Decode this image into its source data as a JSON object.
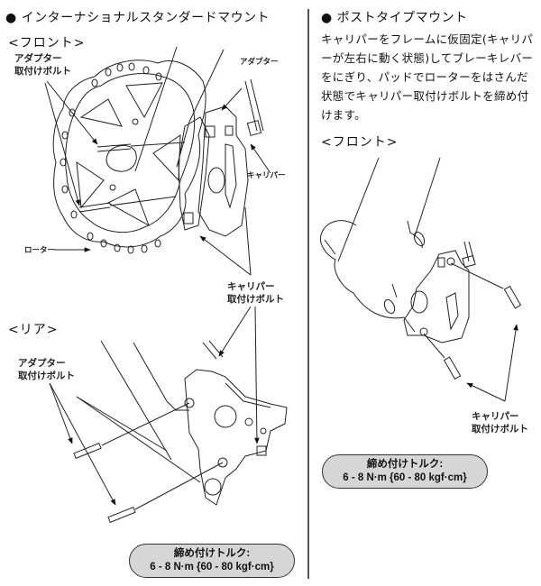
{
  "left_section": {
    "title_bullet": "●",
    "title": "インターナショナルスタンダードマウント",
    "front": {
      "heading": "<フロント>",
      "labels": {
        "adapter_bolt": [
          "アダプター",
          "取付けボルト"
        ],
        "adapter": "アダプター",
        "caliper": "キャリパー",
        "rotor": "ローター",
        "caliper_bolt": [
          "キャリパー",
          "取付けボルト"
        ]
      }
    },
    "rear": {
      "heading": "<リア>",
      "labels": {
        "adapter_bolt": [
          "アダプター",
          "取付けボルト"
        ]
      }
    },
    "torque": {
      "line1": "締め付けトルク:",
      "line2": "6 - 8 N·m {60 - 80 kgf·cm}"
    }
  },
  "right_section": {
    "title_bullet": "●",
    "title": "ポストタイプマウント",
    "paragraph": "キャリパーをフレームに仮固定(キャリパーが左右に動く状態)してブレーキレバーをにぎり、パッドでローターをはさんだ状態でキャリパー取付けボルトを締め付けます。",
    "front": {
      "heading": "<フロント>",
      "labels": {
        "caliper_bolt": [
          "キャリパー",
          "取付けボルト"
        ]
      }
    },
    "torque": {
      "line1": "締め付けトルク:",
      "line2": "6 - 8 N·m {60 - 80 kgf·cm}"
    }
  },
  "colors": {
    "line_art": "#222222",
    "torque_box_fill": "#d6d6d6",
    "divider": "#555555"
  }
}
